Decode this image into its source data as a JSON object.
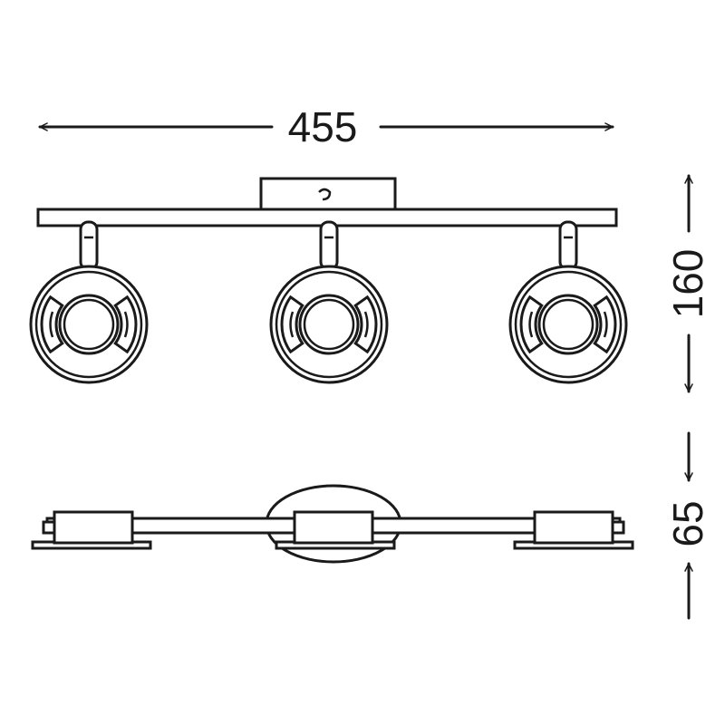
{
  "dimensions": {
    "width": "455",
    "height_front": "160",
    "height_side": "65"
  },
  "colors": {
    "line": "#1a1a1a",
    "background": "#ffffff"
  },
  "spotlights": [
    {
      "name": "left-spotlight"
    },
    {
      "name": "center-spotlight"
    },
    {
      "name": "right-spotlight"
    }
  ]
}
